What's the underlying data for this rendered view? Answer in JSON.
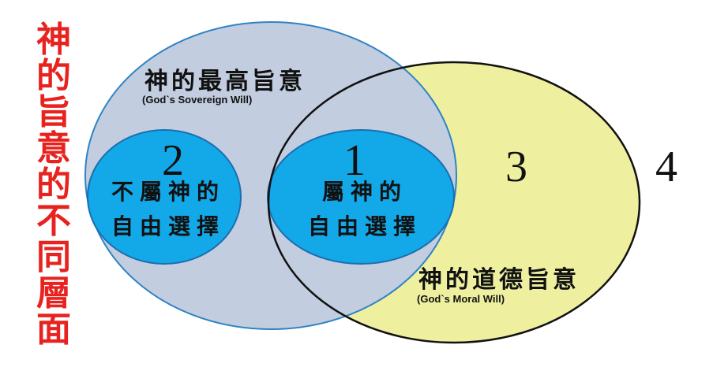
{
  "title": "神的旨意的不同層面",
  "sovereign": {
    "label_cn": "神的最高旨意",
    "label_en": "(God`s Sovereign Will)"
  },
  "moral": {
    "label_cn": "神的道德旨意",
    "label_en": "(God`s Moral Will)"
  },
  "regions": [
    {
      "number": "1",
      "line1": "屬神的",
      "line2": "自由選擇"
    },
    {
      "number": "2",
      "line1": "不屬神的",
      "line2": "自由選擇"
    },
    {
      "number": "3"
    },
    {
      "number": "4"
    }
  ],
  "colors": {
    "title": "#e8231f",
    "sovereign_fill": "#c3cde0",
    "moral_fill": "#eef0a0",
    "choice_fill": "#13a8e8"
  }
}
